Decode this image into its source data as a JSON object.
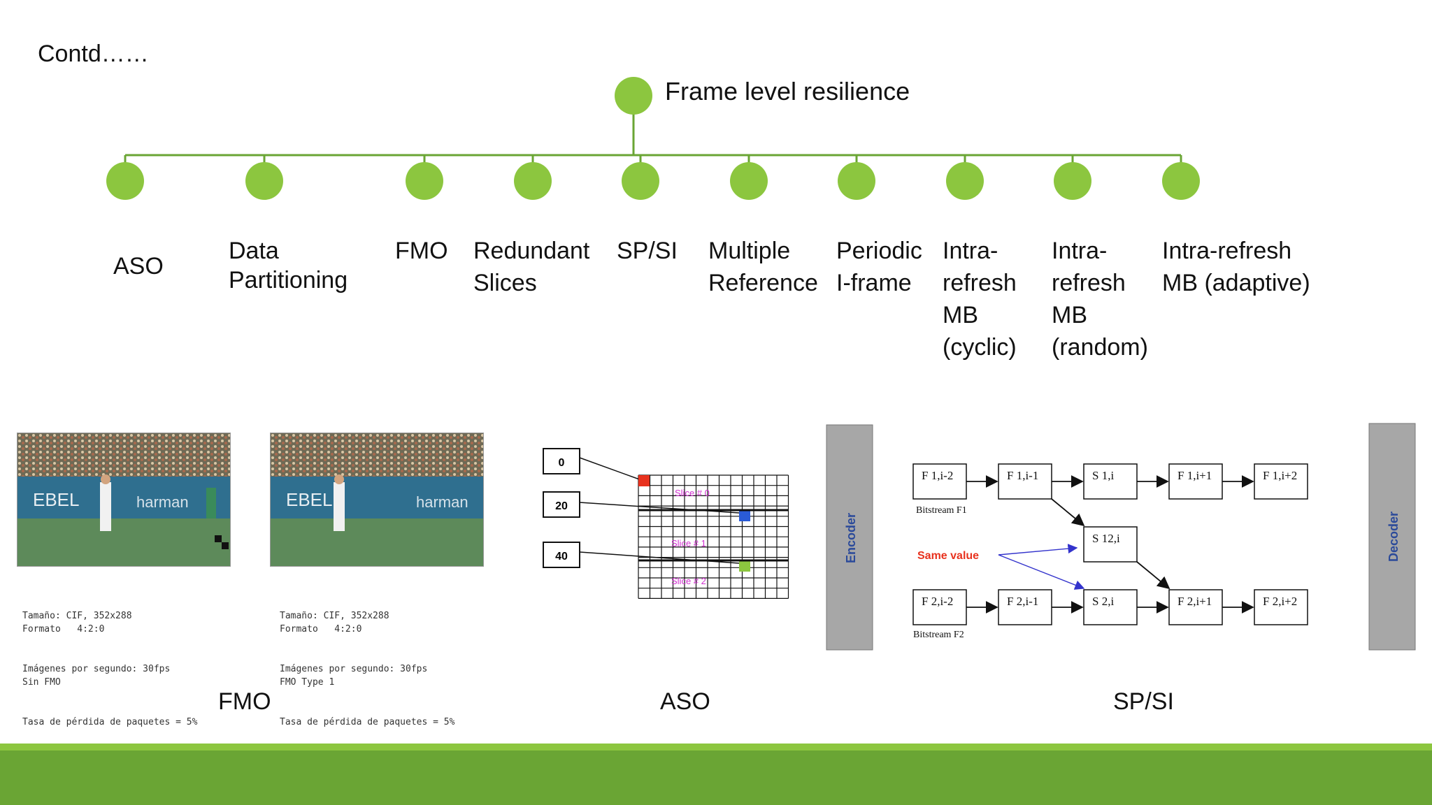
{
  "title": "Contd……",
  "root": {
    "label": "Frame level resilience"
  },
  "children": [
    {
      "lines": [
        "ASO"
      ]
    },
    {
      "lines": [
        "Data",
        "Partitioning"
      ]
    },
    {
      "lines": [
        "FMO"
      ]
    },
    {
      "lines": [
        "Redundant",
        "Slices"
      ]
    },
    {
      "lines": [
        "SP/SI"
      ]
    },
    {
      "lines": [
        "Multiple",
        "Reference"
      ]
    },
    {
      "lines": [
        "Periodic",
        "I-frame"
      ]
    },
    {
      "lines": [
        "Intra-",
        "refresh",
        "MB",
        "(cyclic)"
      ]
    },
    {
      "lines": [
        "Intra-",
        "refresh",
        "MB",
        "(random)"
      ]
    },
    {
      "lines": [
        "Intra-refresh",
        "MB (adaptive)"
      ]
    }
  ],
  "fmo_figure": {
    "caption": "FMO",
    "left_meta": [
      "Tamaño: CIF, 352x288",
      "Formato   4:2:0",
      "Imágenes por segundo: 30fps",
      "Sin FMO",
      "Tasa de pérdida de paquetes = 5%"
    ],
    "right_meta": [
      "Tamaño: CIF, 352x288",
      "Formato   4:2:0",
      "Imágenes por segundo: 30fps",
      "FMO Type 1",
      "Tasa de pérdida de paquetes = 5%"
    ],
    "banner_left": "EBEL",
    "banner_right": "harman"
  },
  "aso_figure": {
    "caption": "ASO",
    "boxes": [
      "0",
      "20",
      "40"
    ],
    "slices": [
      "Slice # 0",
      "Slice # 1",
      "Slice # 2"
    ],
    "colors": {
      "slice0": "#e8321e",
      "slice1": "#2a5bd7",
      "slice2": "#8cc63f"
    }
  },
  "spsi_figure": {
    "caption": "SP/SI",
    "encoder": "Encoder",
    "decoder": "Decoder",
    "top_row": [
      "F 1,i-2",
      "F 1,i-1",
      "S 1,i",
      "F 1,i+1",
      "F 1,i+2"
    ],
    "middle": "S 12,i",
    "bottom_row": [
      "F 2,i-2",
      "F 2,i-1",
      "S 2,i",
      "F 2,i+1",
      "F 2,i+2"
    ],
    "bitstream1": "Bitstream F1",
    "bitstream2": "Bitstream F2",
    "same_value": "Same value"
  },
  "colors": {
    "accent": "#8cc63f",
    "accent_dark": "#6aa534"
  }
}
